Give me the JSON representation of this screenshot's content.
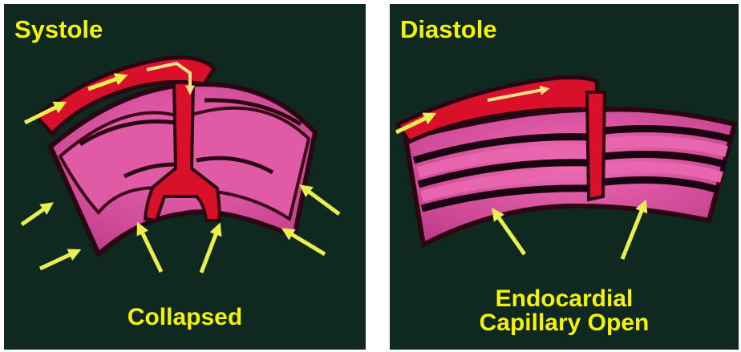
{
  "colors": {
    "background": "#0f2820",
    "label_yellow": "#f2f20a",
    "tissue_pink": "#d9509c",
    "vessel_red": "#d8102a",
    "arrow_yellow": "#e8f050"
  },
  "panels": [
    {
      "title": "Systole",
      "caption_lines": [
        "Collapsed"
      ]
    },
    {
      "title": "Diastole",
      "caption_lines": [
        "Endocardial",
        "Capillary Open"
      ]
    }
  ]
}
